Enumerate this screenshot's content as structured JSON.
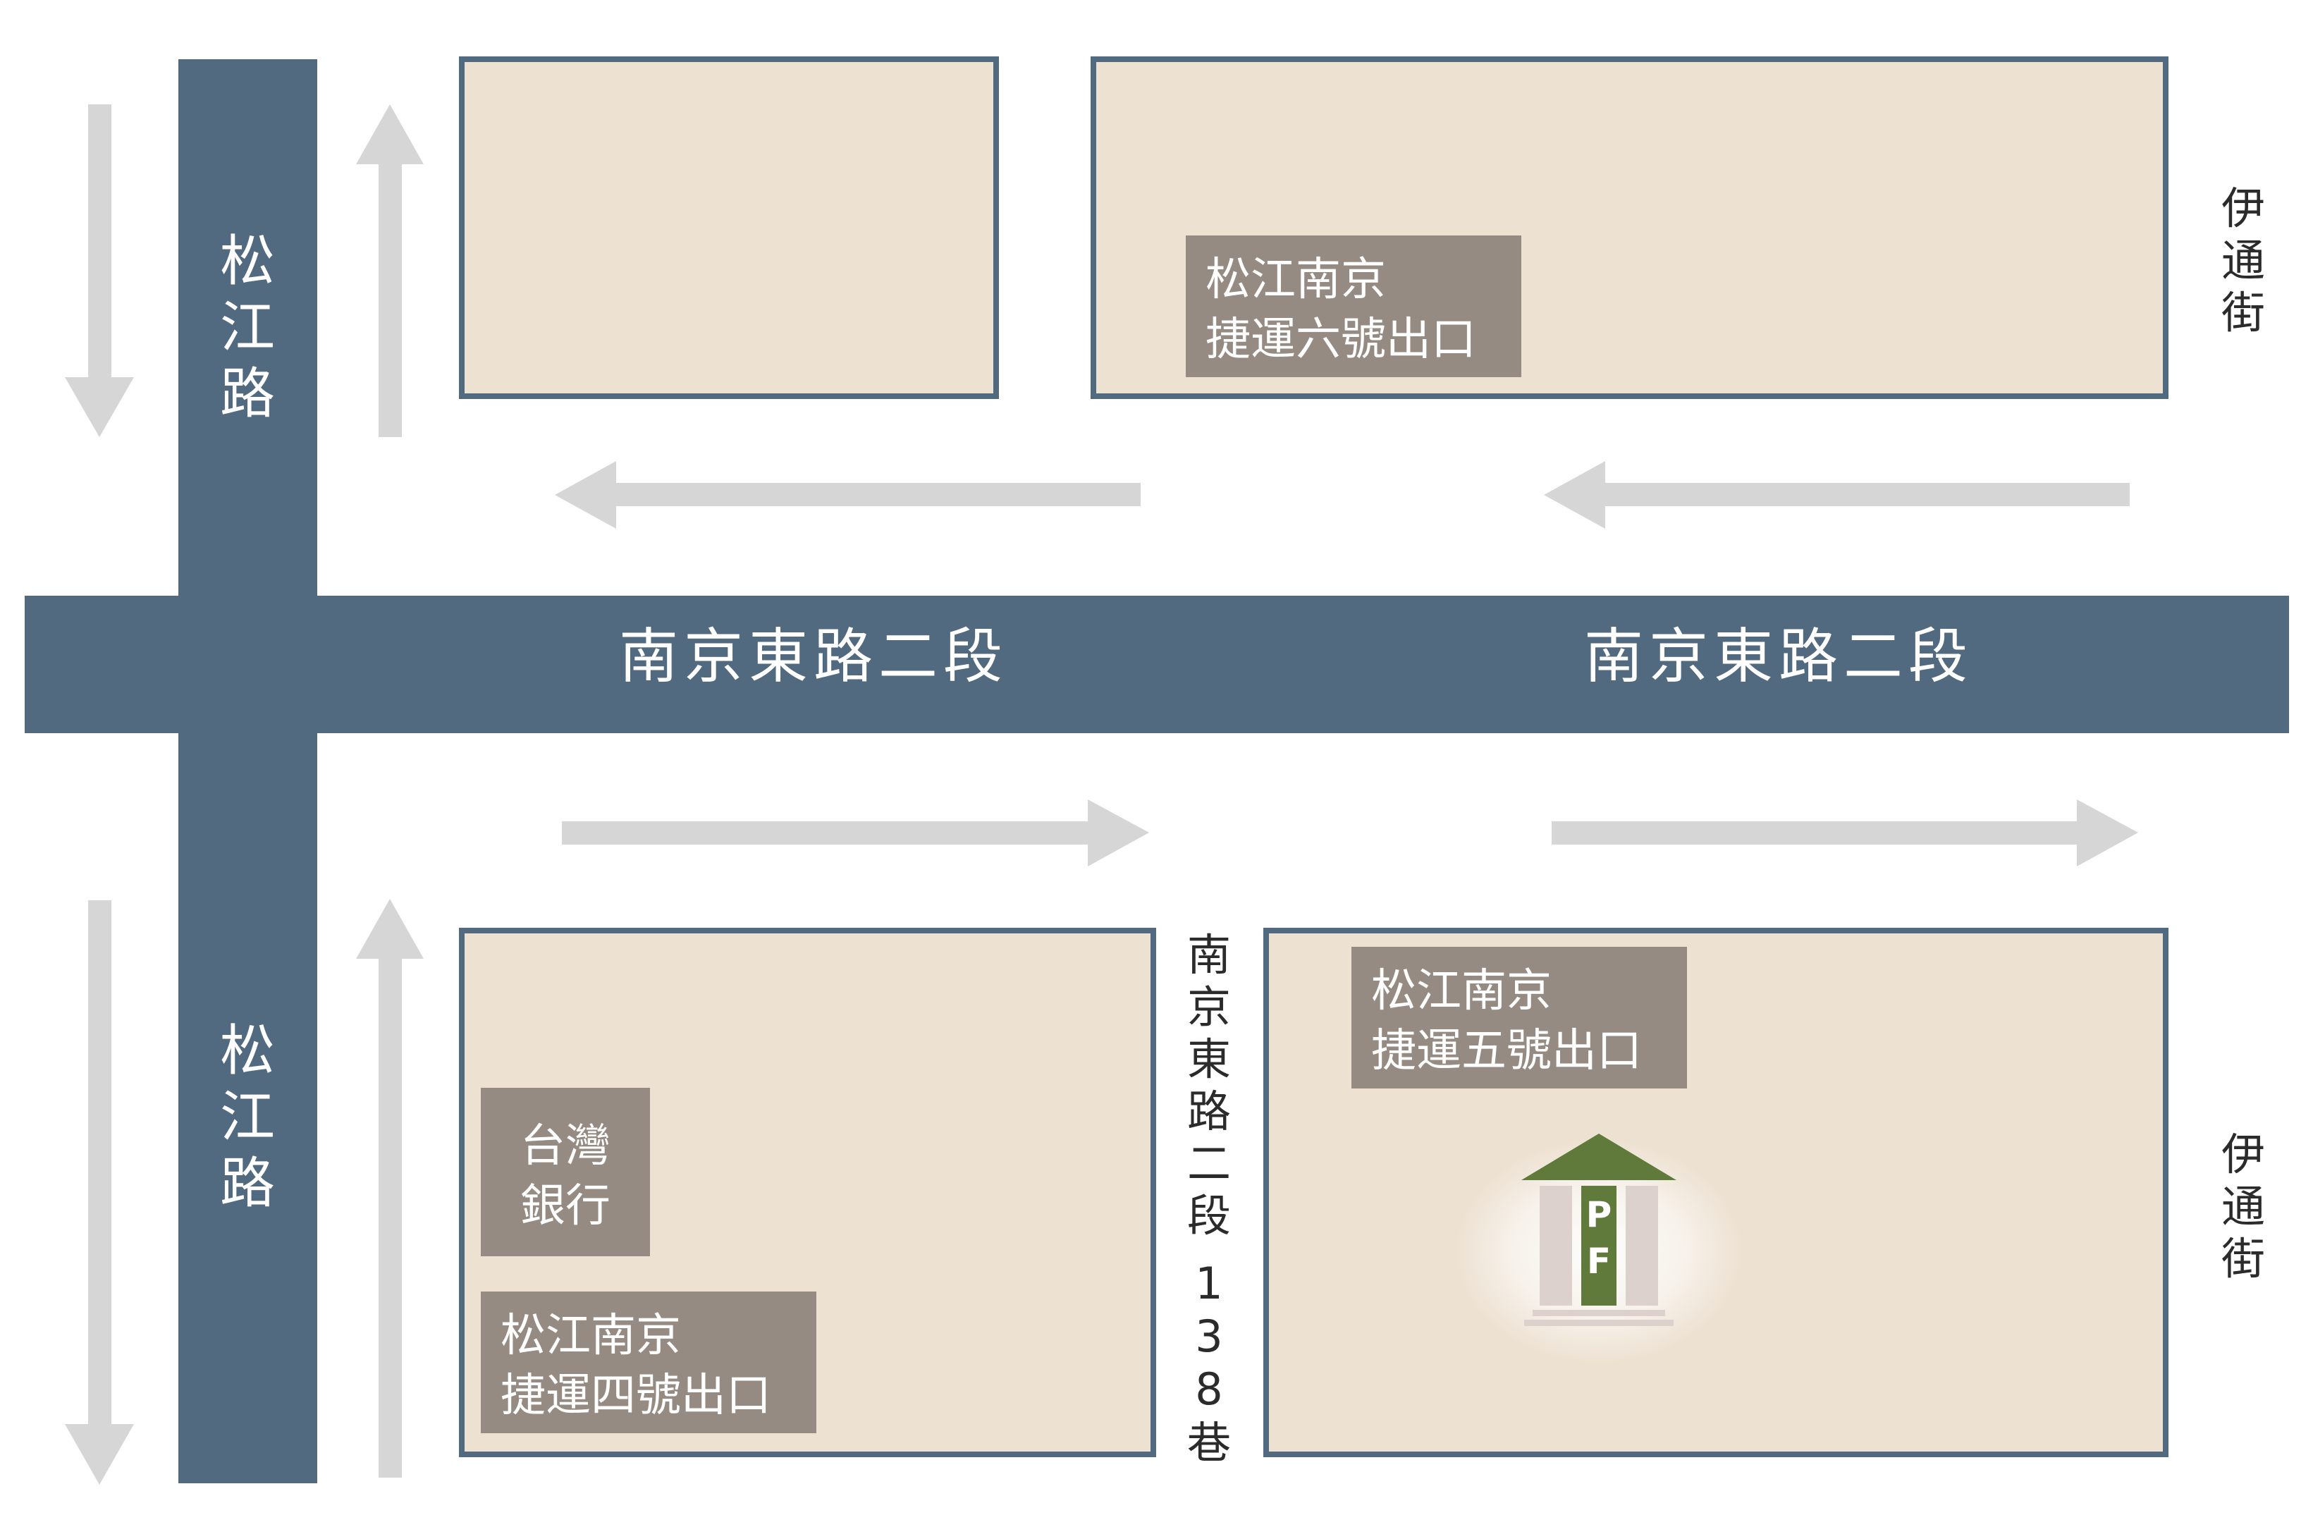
{
  "colors": {
    "road": "#526a80",
    "block_fill": "#ede1d1",
    "block_border": "#526a80",
    "arrow": "#d6d6d6",
    "label_box": "#968b82",
    "label_text": "#ffffff",
    "street_text_dark": "#2b2b2b",
    "building_roof": "#5f7a3a",
    "building_columns": "#ddd1cd"
  },
  "streets": {
    "songjiang_top": [
      "松",
      "江",
      "路"
    ],
    "songjiang_bottom": [
      "松",
      "江",
      "路"
    ],
    "nanjing_left": "南京東路二段",
    "nanjing_right": "南京東路二段",
    "alley": [
      "南",
      "京",
      "東",
      "路",
      "二",
      "段",
      "1",
      "3",
      "8",
      "巷"
    ],
    "yitong_top": [
      "伊",
      "通",
      "街"
    ],
    "yitong_bottom": [
      "伊",
      "通",
      "街"
    ]
  },
  "labels": {
    "exit6": [
      "松江南京",
      "捷運六號出口"
    ],
    "exit5": [
      "松江南京",
      "捷運五號出口"
    ],
    "exit4": [
      "松江南京",
      "捷運四號出口"
    ],
    "bank": [
      "台灣",
      "銀行"
    ]
  },
  "building_logo": {
    "letters": [
      "P",
      "F"
    ]
  },
  "arrows": [
    {
      "id": "songjiang-top-down",
      "direction": "down"
    },
    {
      "id": "songjiang-top-up",
      "direction": "up"
    },
    {
      "id": "nanjing-top-left-west",
      "direction": "left"
    },
    {
      "id": "nanjing-top-right-west",
      "direction": "left"
    },
    {
      "id": "nanjing-bottom-left-east",
      "direction": "right"
    },
    {
      "id": "nanjing-bottom-right-east",
      "direction": "right"
    },
    {
      "id": "songjiang-bottom-down",
      "direction": "down"
    },
    {
      "id": "songjiang-bottom-up",
      "direction": "up"
    }
  ]
}
